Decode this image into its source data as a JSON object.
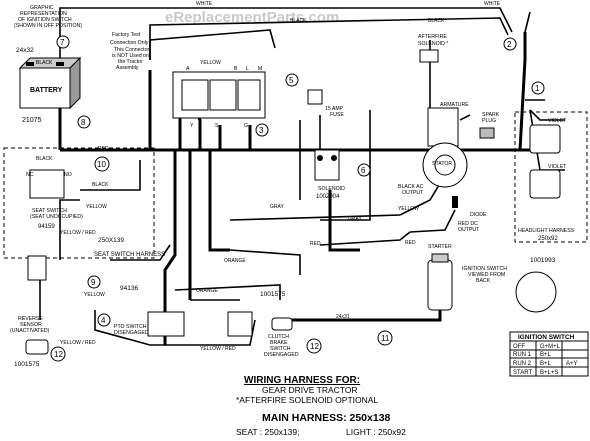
{
  "watermark": "eReplacementParts.com",
  "top_note": [
    "GRAPHIC",
    "REPRESENTATION",
    "OF IGNITION SWITCH",
    "(SHOWN IN OFF POSITION)"
  ],
  "factory_note": [
    "Factory Test",
    "Connection Only",
    "This Connector",
    "is NOT Used on",
    "the Tractor",
    "Assembly"
  ],
  "battery": {
    "label": "BATTERY",
    "size": "24x32",
    "part": "21075"
  },
  "callouts": [
    "1",
    "2",
    "3",
    "4",
    "5",
    "6",
    "7",
    "8",
    "9",
    "10",
    "11",
    "12",
    "12"
  ],
  "parts": {
    "solenoid_label": "SOLENOID",
    "solenoid_part": "1002004",
    "seat_switch_label": [
      "SEAT SWITCH",
      "(SEAT UNOCCUPIED)"
    ],
    "seat_switch_part": "94159",
    "seat_harness_size": "250X139",
    "seat_harness_label": "SEAT SWITCH HARNESS",
    "pto_part": "94136",
    "pto_label": [
      "PTO SWITCH",
      "DISENGAGED"
    ],
    "clutch_part": "1001575",
    "clutch_label": [
      "CLUTCH",
      "BRAKE",
      "SWITCH",
      "DISENGAGED"
    ],
    "reverse_label": [
      "REVERSE",
      "SENSOR",
      "(UNACTIVATED)"
    ],
    "reverse_part": "1001575",
    "fuse_label": [
      "15 AMP",
      "FUSE"
    ],
    "afterfire_label": [
      "AFTERFIRE",
      "SOLENOID *"
    ],
    "armature": "ARMATURE",
    "spark_plug": [
      "SPARK",
      "PLUG"
    ],
    "stator": "STATOR",
    "black_ac": [
      "BLACK AC",
      "OUTPUT"
    ],
    "red_dc": [
      "RED DC",
      "OUTPUT"
    ],
    "diode": "DIODE",
    "starter": "STARTER",
    "headlight_harness": [
      "HEADLIGHT HARNESS",
      "250x92"
    ],
    "ign_switch_note": [
      "IGNITION SWITCH",
      "VIEWED FROM",
      "BACK"
    ],
    "ign_switch_part": "1001993",
    "wire_24x31": "24x31",
    "nc": "NC",
    "no": "NO",
    "switch_letters": [
      "A",
      "B",
      "L",
      "M",
      "Y",
      "S",
      "G"
    ]
  },
  "wire_labels": {
    "white": "WHITE",
    "black": "BLACK",
    "yellow": "YELLOW",
    "red": "RED",
    "gray": "GRAY",
    "orange": "ORANGE",
    "violet": "VIOLET",
    "yellow_red": "YELLOW / RED"
  },
  "ignition_table": {
    "title": "IGNITION SWITCH",
    "rows": [
      {
        "pos": "OFF",
        "conn": "G+M+L"
      },
      {
        "pos": "RUN 1",
        "conn": "B+L"
      },
      {
        "pos": "RUN 2",
        "conn": "B+L",
        "extra": "A+Y"
      },
      {
        "pos": "START",
        "conn": "B+L+S"
      }
    ]
  },
  "footer": {
    "title": "WIRING HARNESS FOR:",
    "line1": "GEAR DRIVE TRACTOR",
    "line2": "*AFTERFIRE SOLENOID OPTIONAL",
    "main": "MAIN HARNESS: 250x138",
    "seat": "SEAT : 250x139;",
    "light": "LIGHT : 250x92"
  }
}
